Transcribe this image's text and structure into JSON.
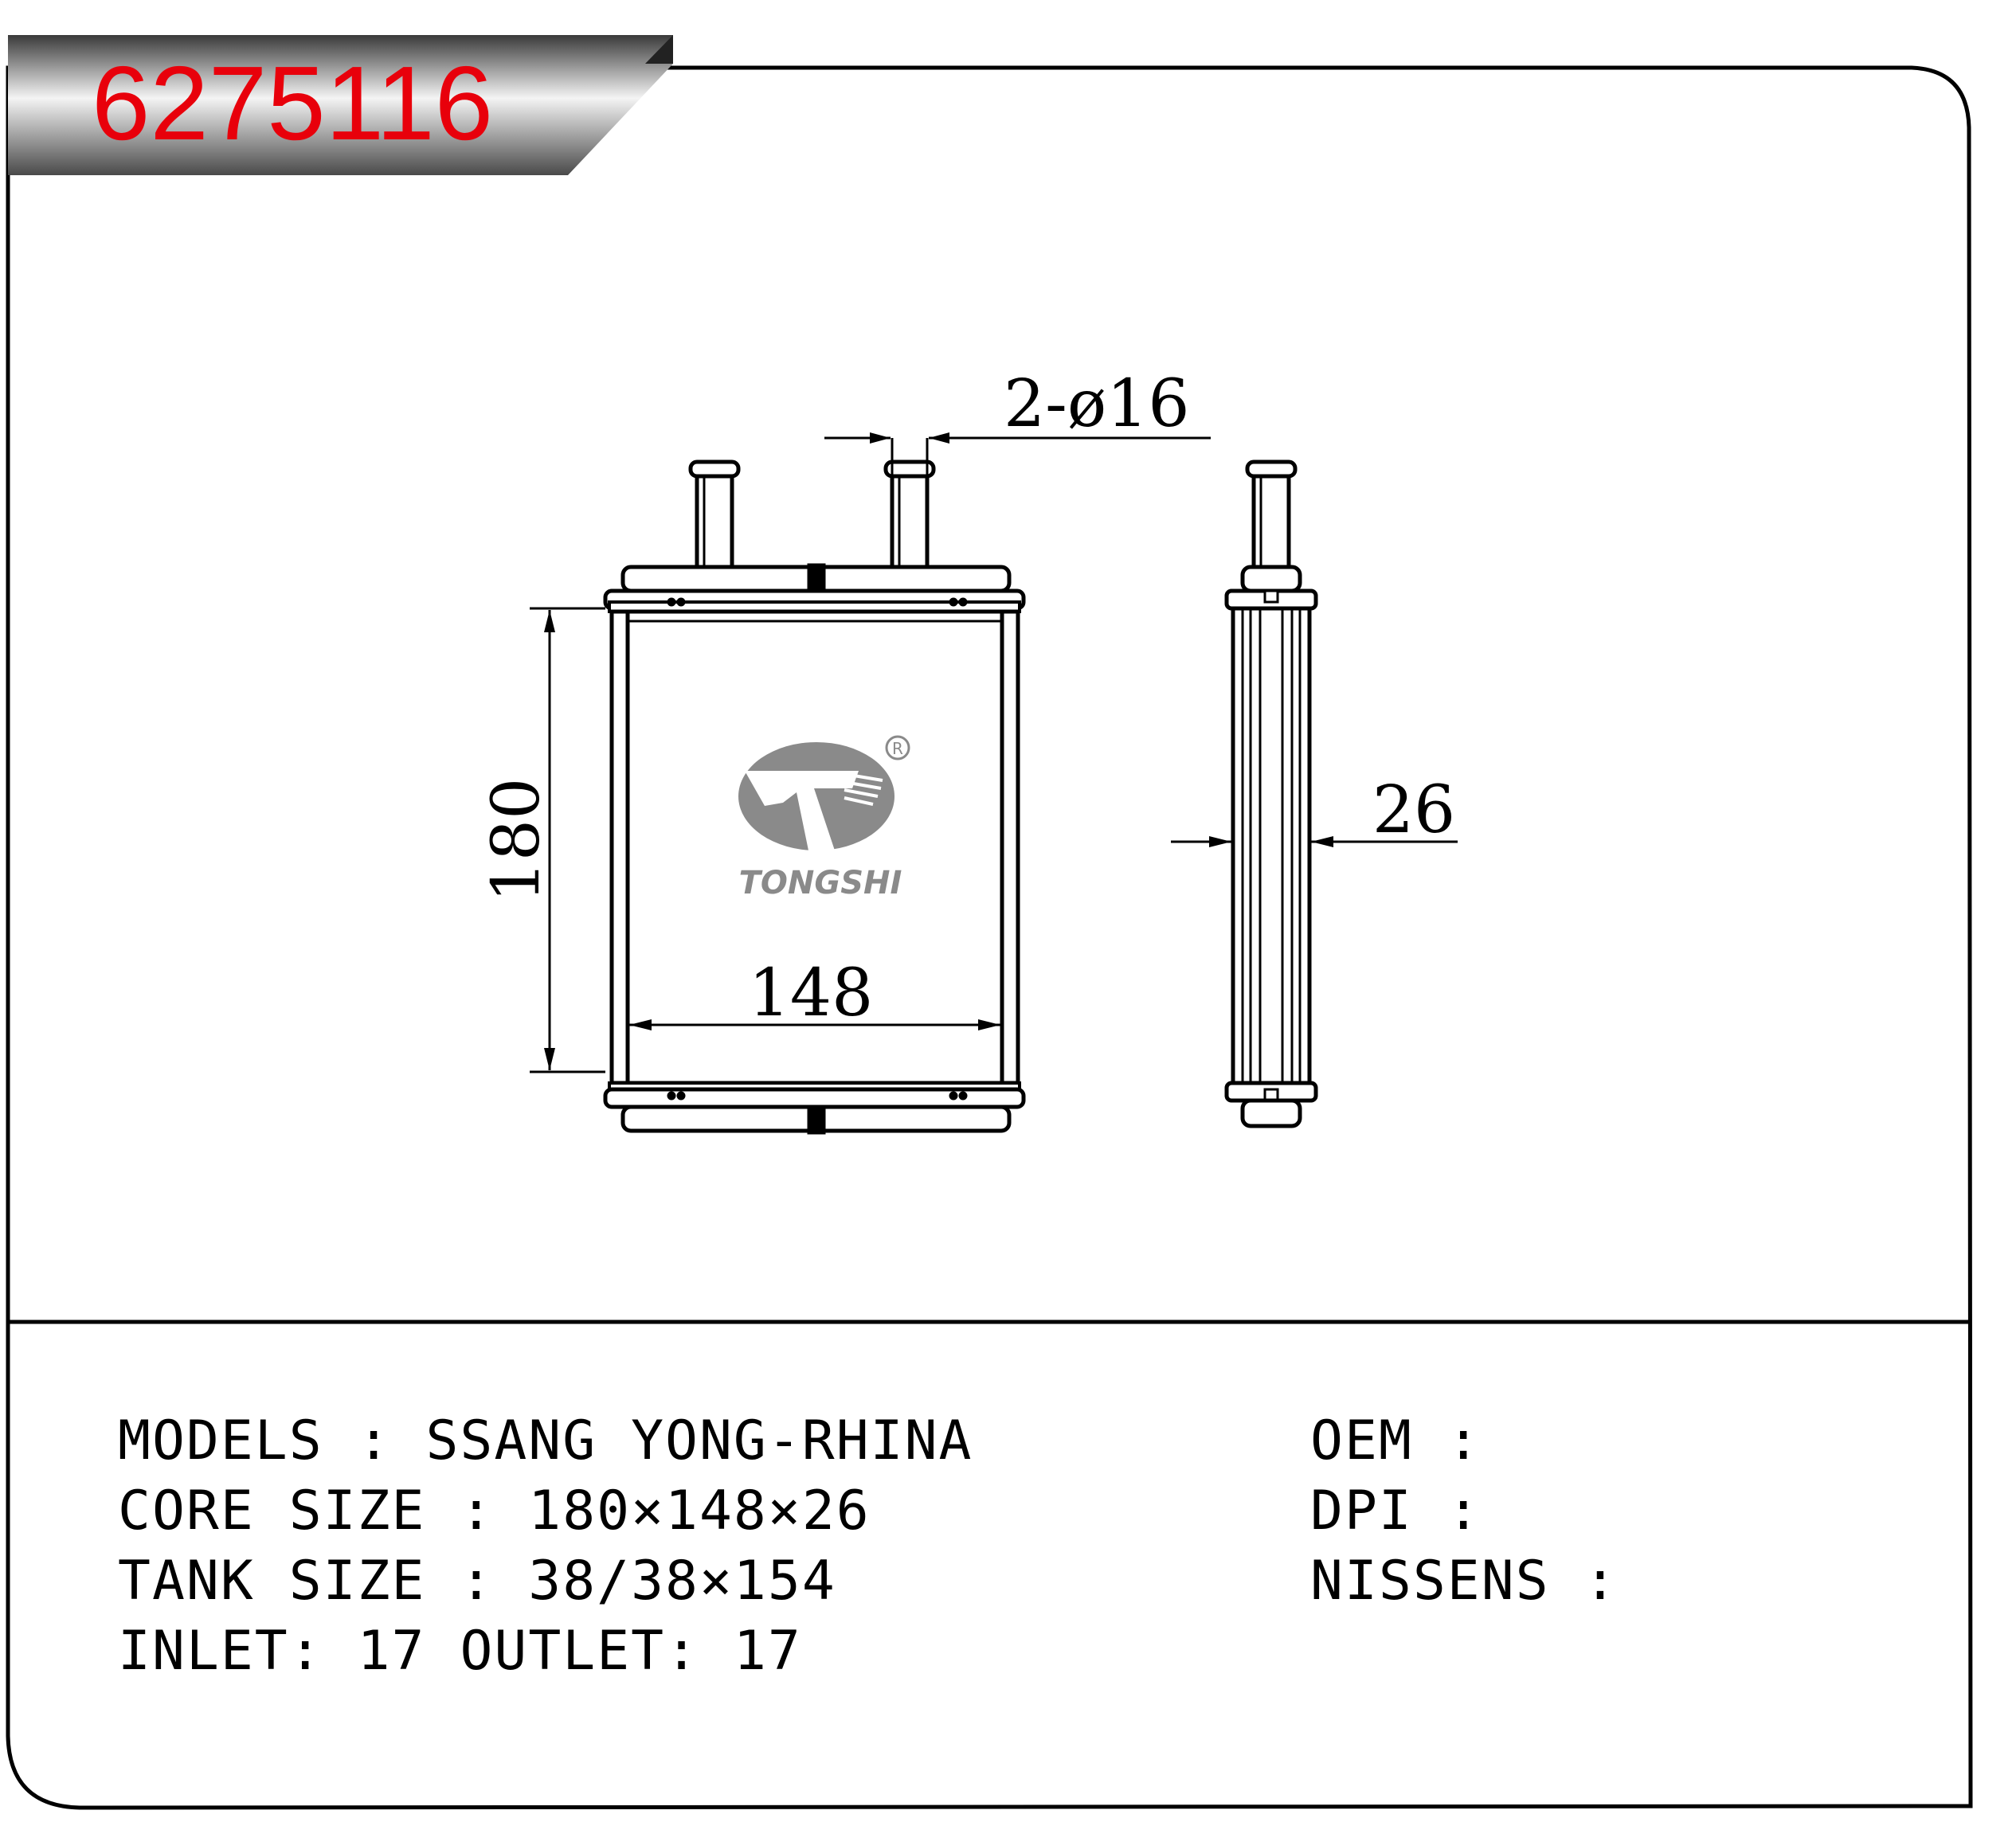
{
  "header": {
    "part_number": "6275116",
    "part_number_color": "#e8000b"
  },
  "drawing": {
    "dim_pipes": "2-ø16",
    "dim_height": "180",
    "dim_width": "148",
    "dim_thickness": "26"
  },
  "logo": {
    "brand": "TONGSHI",
    "registered_mark": "R",
    "color": "#8a8a8a"
  },
  "specs_left": [
    {
      "label": "MODELS",
      "value": "SSANG YONG-RHINA"
    },
    {
      "label": "CORE SIZE",
      "value": "180×148×26"
    },
    {
      "label": "TANK SIZE",
      "value": "38/38×154"
    },
    {
      "label": "INLET",
      "value": "17",
      "label2": "OUTLET",
      "value2": "17"
    }
  ],
  "specs_right": [
    {
      "label": "OEM",
      "value": ""
    },
    {
      "label": "DPI",
      "value": ""
    },
    {
      "label": "NISSENS",
      "value": ""
    }
  ]
}
